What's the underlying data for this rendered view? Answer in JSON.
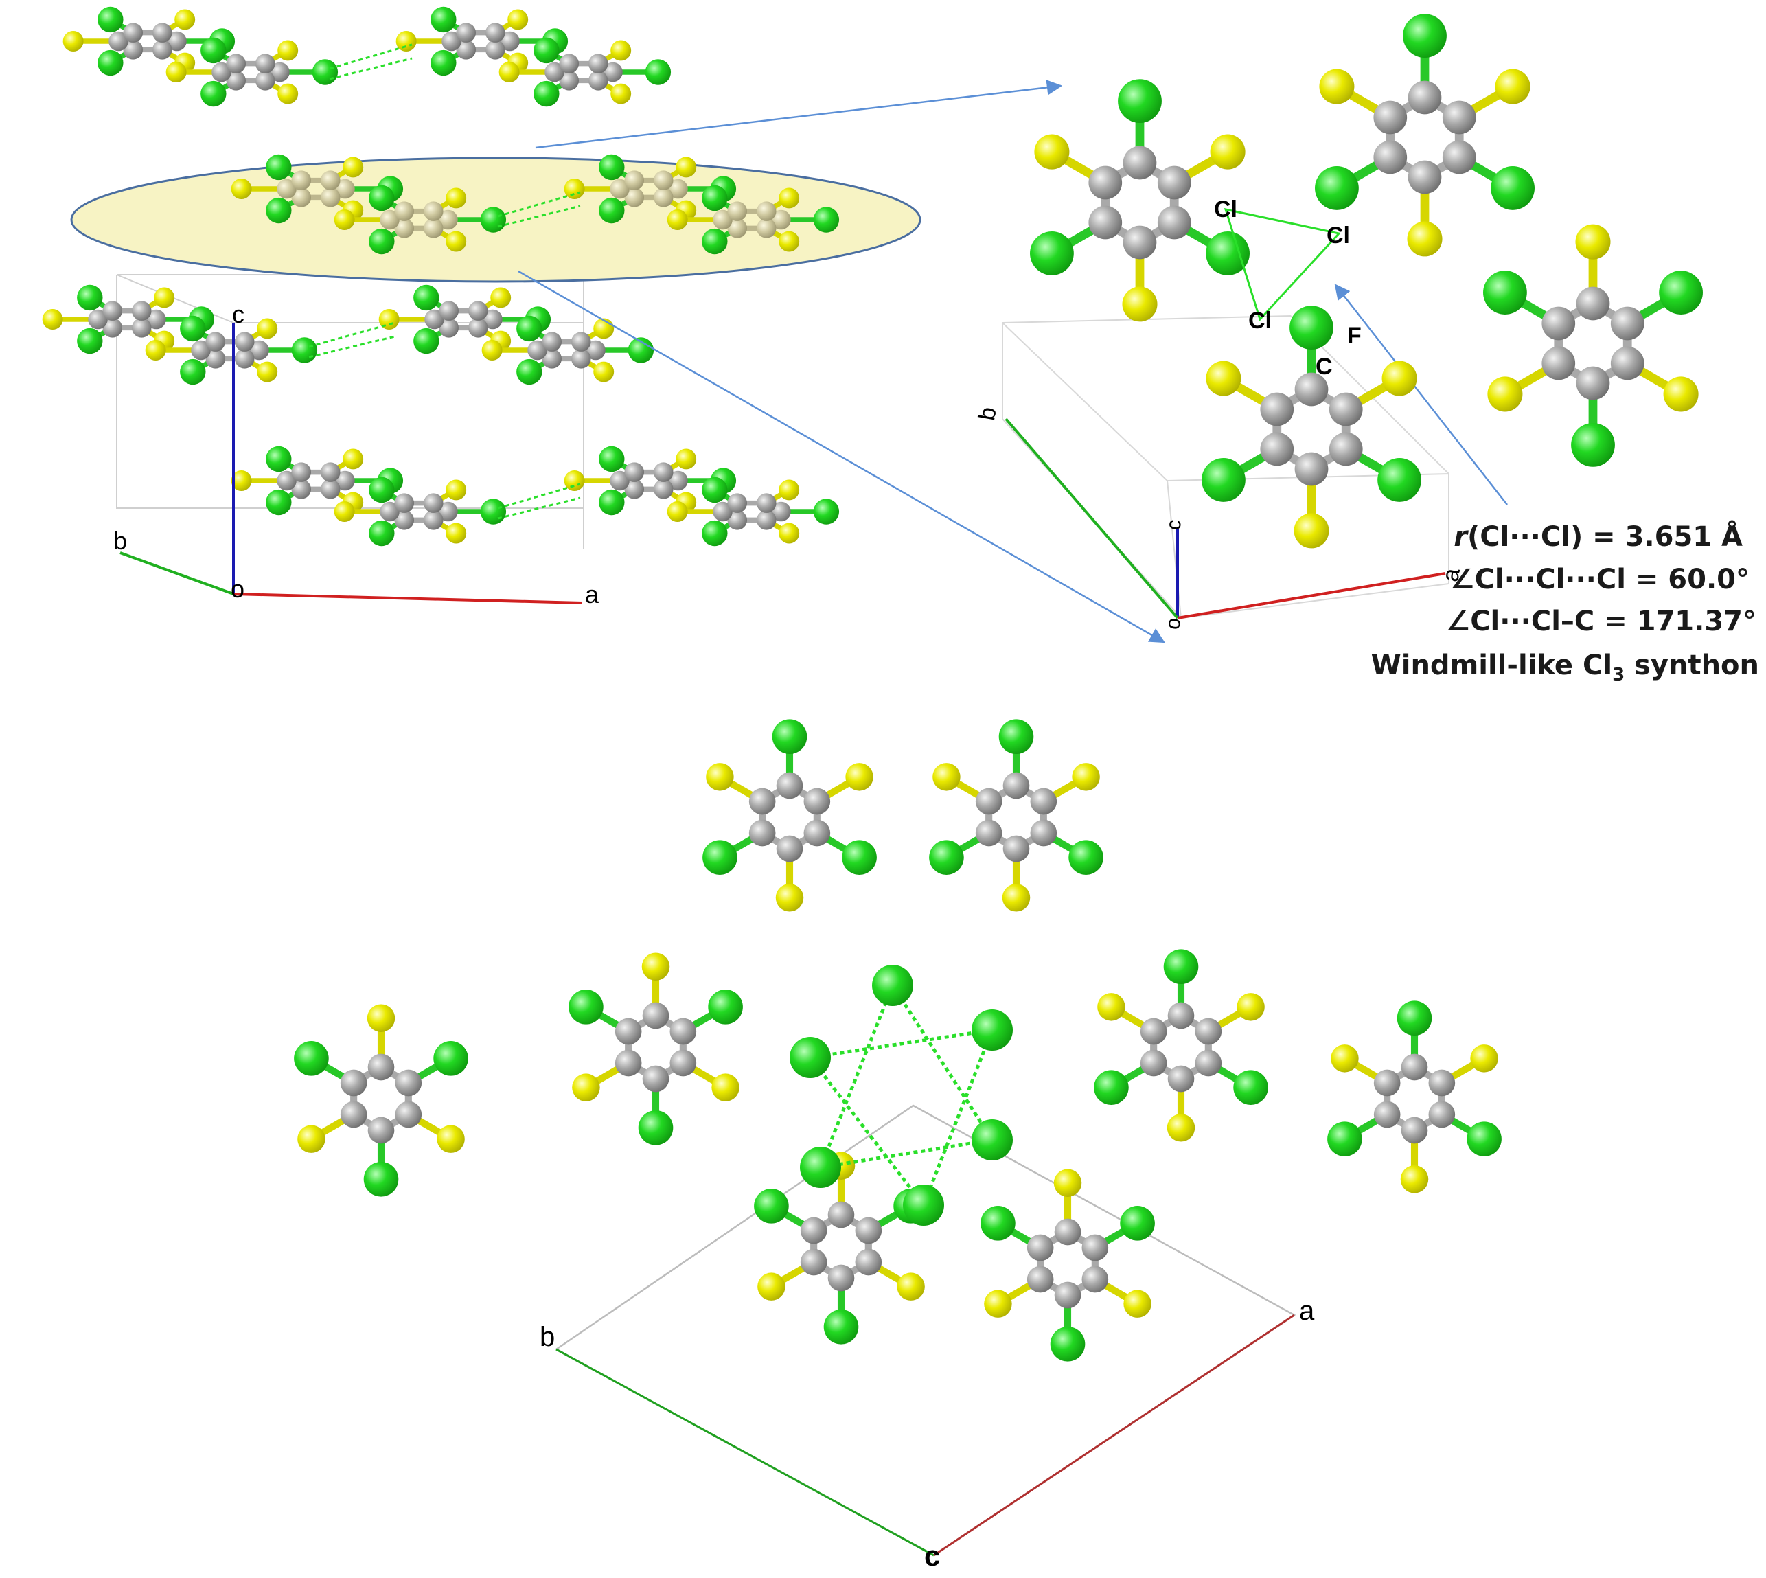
{
  "colors": {
    "chlorine": "#1fd21f",
    "fluorine": "#e8e800",
    "carbon": "#9a9a9a",
    "highlight_fill": "#f7f3c4",
    "highlight_carbon": "#c9c49a",
    "axis_a": "#d02020",
    "axis_b": "#20b020",
    "axis_c": "#1a1ab0",
    "contact": "#2adf2a",
    "arrow": "#5b8fd6",
    "cell": "#c8c8c8"
  },
  "panel_left": {
    "axis_a": "a",
    "axis_b": "b",
    "axis_c": "c",
    "origin": "o"
  },
  "panel_right": {
    "axis_a": "a",
    "axis_b": "b",
    "axis_c": "c",
    "origin": "o",
    "atom_cl": "Cl",
    "atom_c": "C",
    "atom_f": "F"
  },
  "annotation": {
    "r_prefix": "r",
    "r_rest": "(Cl···Cl) = 3.651 Å",
    "angle1": "∠Cl···Cl···Cl = 60.0°",
    "angle2": "∠Cl···Cl–C = 171.37°",
    "synthon_main": "Windmill-like Cl",
    "synthon_sub": "3",
    "synthon_end": " synthon"
  },
  "panel_bottom": {
    "axis_a": "a",
    "axis_b": "b",
    "axis_c": "c"
  }
}
